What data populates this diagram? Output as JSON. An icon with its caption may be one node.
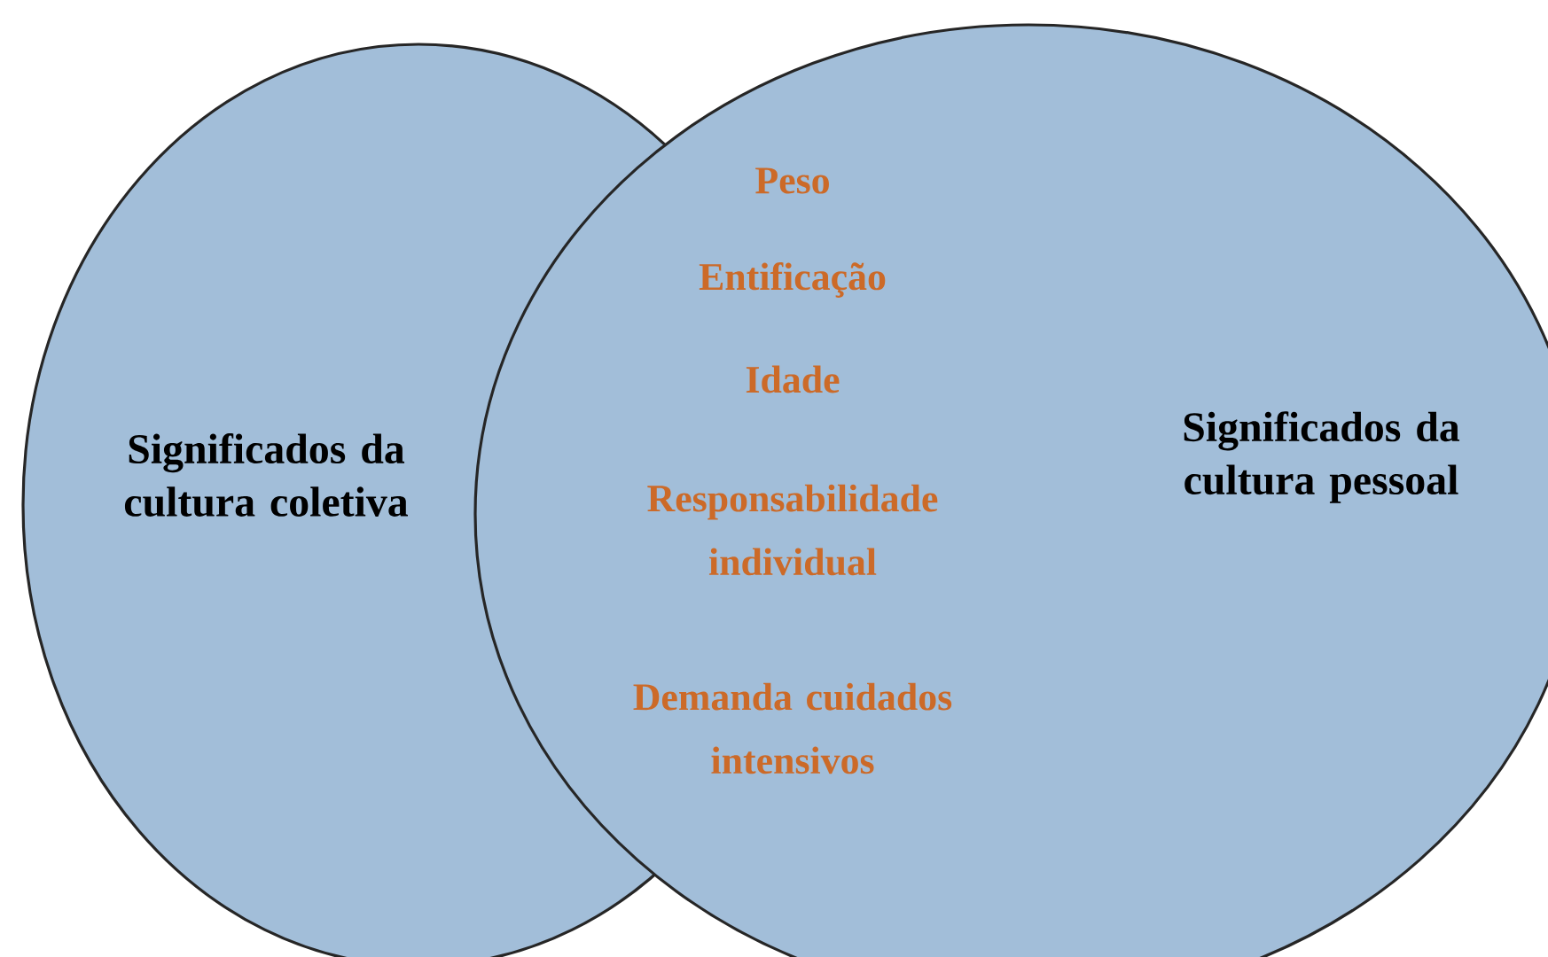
{
  "diagram": {
    "nodes": [
      {
        "text": [
          "Significados da cultura coletiva"
        ]
      },
      {
        "text": [
          "Significados da cultura pessoal"
        ]
      }
    ],
    "labels": [
      "Peso",
      "Entificação",
      "Idade",
      "Responsabilidade individual",
      "Demanda cuidados intensivos"
    ]
  }
}
